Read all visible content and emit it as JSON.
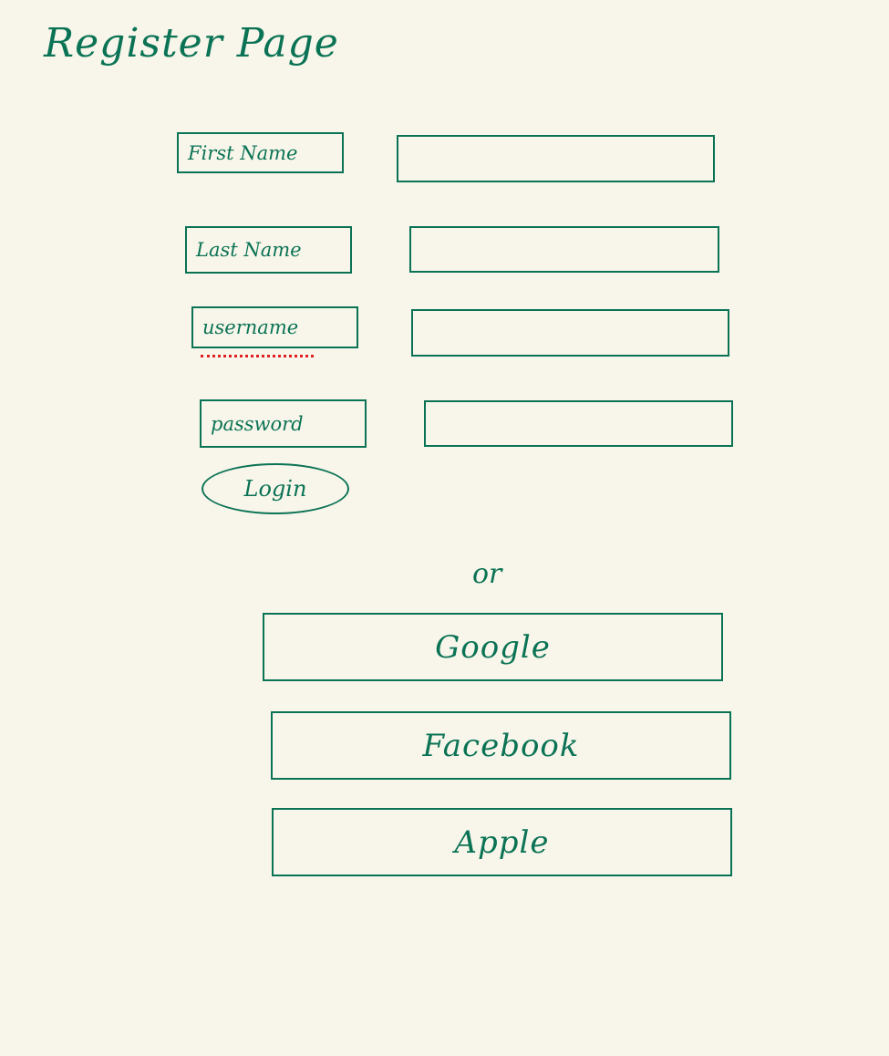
{
  "page": {
    "title": "Register Page"
  },
  "form": {
    "first_name_label": "First Name",
    "last_name_label": "Last Name",
    "username_label": "username",
    "password_label": "password",
    "first_name_value": "",
    "last_name_value": "",
    "username_value": "",
    "password_value": "",
    "login_label": "Login"
  },
  "divider": {
    "or_text": "or"
  },
  "social": {
    "google_label": "Google",
    "facebook_label": "Facebook",
    "apple_label": "Apple"
  },
  "colors": {
    "ink": "#0b7355",
    "background": "#f8f6ea",
    "spellcheck": "#e02020"
  }
}
